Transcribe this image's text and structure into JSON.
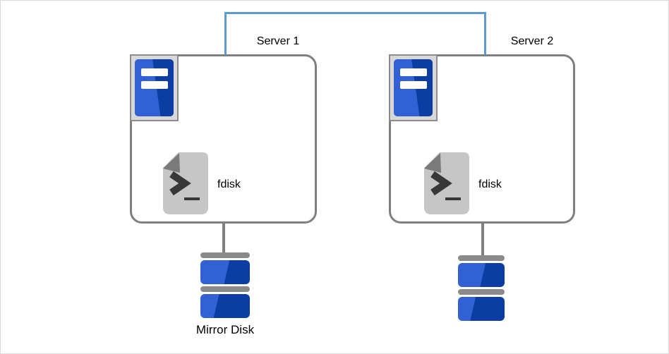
{
  "servers": [
    {
      "label": "Server 1",
      "tool_label": "fdisk"
    },
    {
      "label": "Server 2",
      "tool_label": "fdisk"
    }
  ],
  "disks": [
    {
      "label": "Mirror Disk"
    },
    {
      "label": ""
    }
  ],
  "icons": {
    "server": "server-tower-icon",
    "tool": "terminal-file-icon",
    "disk": "disk-stack-icon"
  },
  "colors": {
    "connector_blue": "#5b9bd5",
    "connector_gray": "#808080",
    "box_border": "#7f7f7f",
    "canvas_border": "#d9d9d9",
    "icon_frame_fill": "#d8d8d8",
    "icon_frame_border": "#8c8c8c",
    "blue_light": "#3161d2",
    "blue_dark": "#0b3da2",
    "doc_fill": "#c6c6c6",
    "doc_fold": "#7a7a7a",
    "glyph_color": "#383838",
    "disk_cap": "#8a8a8a",
    "text_color": "#000000"
  }
}
